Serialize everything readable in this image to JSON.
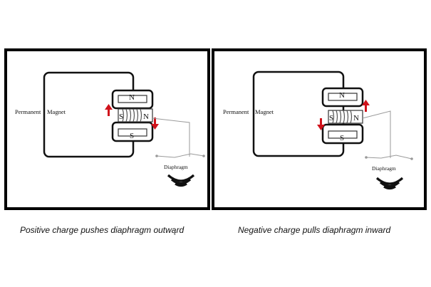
{
  "panels": [
    {
      "magnet_label_1": "Permanent",
      "magnet_label_2": "Magnet",
      "pole_top": "N",
      "pole_bottom": "S",
      "coil_left": "S",
      "coil_right": "N",
      "diaphragm_label": "Diaphragm",
      "caption": "Positive charge pushes diaphragm outwąrd",
      "arrows": {
        "left": "up",
        "right": "down"
      }
    },
    {
      "magnet_label_1": "Permanent",
      "magnet_label_2": "Magnet",
      "pole_top": "N",
      "pole_bottom": "S",
      "coil_left": "S",
      "coil_right": "N",
      "diaphragm_label": "Diaphragm",
      "caption": "Negative charge pulls diaphragm inward",
      "arrows": {
        "left": "down",
        "right": "up"
      }
    }
  ],
  "colors": {
    "arrow": "#d0121b",
    "frame": "#000000",
    "wire": "#9a9a9a"
  },
  "icons": [
    "sound-wave-icon",
    "arrow-up-icon",
    "arrow-down-icon"
  ]
}
